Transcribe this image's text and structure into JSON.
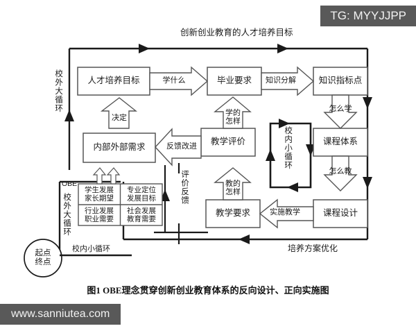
{
  "watermarks": {
    "telegram": "TG: MYYJJPP",
    "site": "www.sanniutea.com"
  },
  "caption": "图1  OBE理念贯穿创新创业教育体系的反向设计、正向实施图",
  "diagram": {
    "top_title": "创新创业教育的人才培养目标",
    "bottom_title": "培养方案优化",
    "boxes": {
      "talent_goal": "人才培养目标",
      "graduation_req": "毕业要求",
      "knowledge_point": "知识指标点",
      "internal_external_demand": "内部外部需求",
      "teaching_evaluation": "教学评价",
      "course_system": "课程体系",
      "teaching_req": "教学要求",
      "course_design": "课程设计"
    },
    "arrow_labels": {
      "learn_what": "学什么",
      "knowledge_decompose": "知识分解",
      "decide": "决定",
      "learn_how": "学的\n怎样",
      "feedback_improve": "反馈改进",
      "how_to_learn": "怎么学",
      "teach_how": "教的\n怎样",
      "implement_teaching": "实施教学",
      "how_to_teach": "怎么教"
    },
    "vertical_labels": {
      "outer_cycle_left": "校外大循环",
      "outer_cycle_obe": "校外大循环",
      "inner_cycle_center": "校内小循环",
      "evaluation_feedback": "评价反馈"
    },
    "inner_cycle_bottom_label": "校内小循环",
    "obe_tag": "OBE",
    "start_end_circle": "起点\n终点",
    "obe_table": {
      "rows": [
        [
          "学生发展\n家长期望",
          "专业定位\n发展目标"
        ],
        [
          "行业发展\n职业需要",
          "社会发展\n教育需要"
        ]
      ]
    }
  },
  "colors": {
    "line": "#1a1a1a",
    "box_border": "#555555",
    "watermark_bg": "#595959",
    "background": "#ffffff"
  }
}
